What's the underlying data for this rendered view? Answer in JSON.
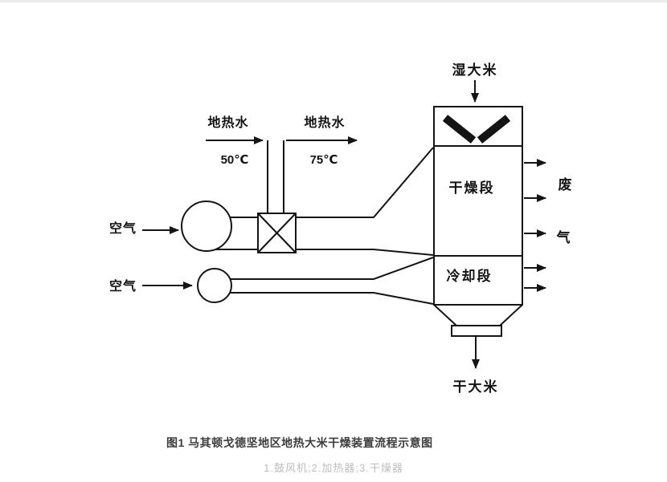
{
  "page": {
    "caption": "图1 马其顿戈德坚地区地热大米干燥装置流程示意图",
    "legend": "1.鼓风机;2.加热器;3.干燥器"
  },
  "diagram": {
    "wet_rice": "湿大米",
    "dry_rice": "干大米",
    "geothermal_water_1": "地热水",
    "geothermal_water_2": "地热水",
    "temp_1": "50℃",
    "temp_2": "75℃",
    "air_1": "空气",
    "air_2": "空气",
    "drying_section": "干燥段",
    "cooling_section": "冷却段",
    "waste": "废",
    "gas": "气"
  },
  "colors": {
    "line": "#141414",
    "caption": "#3d3d3d",
    "legend": "#bdbdbd",
    "background": "#ffffff",
    "top_border": "#ebebeb"
  }
}
